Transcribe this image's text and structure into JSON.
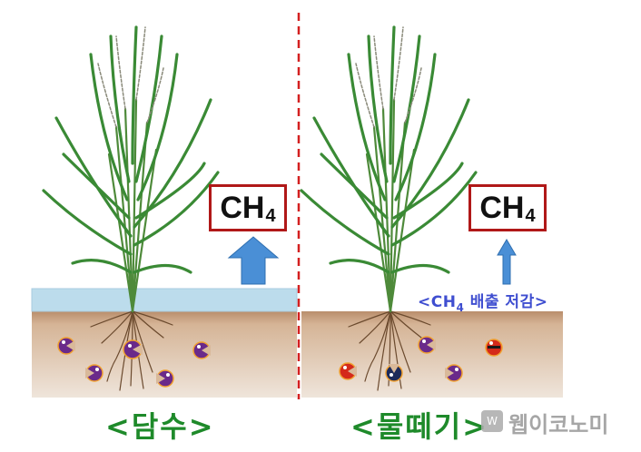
{
  "left_panel": {
    "gas_label": "CH",
    "gas_subscript": "4",
    "caption": "<담수>"
  },
  "right_panel": {
    "gas_label": "CH",
    "gas_subscript": "4",
    "reduction_prefix": "<CH",
    "reduction_subscript": "4",
    "reduction_suffix": " 배출 저감>",
    "caption": "<물떼기>"
  },
  "watermark": "웹이코노미",
  "colors": {
    "water": "#bcdcec",
    "soil": "#d9b99a",
    "divider": "#d42020",
    "arrow": "#4a8fd6",
    "caption": "#1e8a2a",
    "reduction_text": "#3f4ed0",
    "box_border": "#b01818",
    "microbe_purple": "#6a2a8a",
    "microbe_red": "#d42a1a",
    "microbe_navy": "#1c2a5a"
  }
}
